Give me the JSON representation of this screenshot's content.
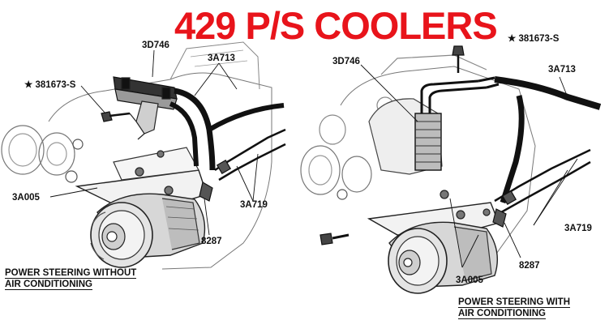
{
  "title": "429 P/S COOLERS",
  "colors": {
    "title": "#e8141b",
    "ink": "#111111",
    "paper": "#ffffff"
  },
  "left_diagram": {
    "labels": {
      "part_3d746": "3D746",
      "part_3a713": "3A713",
      "bolt": "381673-S",
      "part_3a005": "3A005",
      "part_3a719": "3A719",
      "part_8287": "8287"
    },
    "caption_line1": "POWER STEERING WITHOUT",
    "caption_line2": "AIR CONDITIONING"
  },
  "right_diagram": {
    "labels": {
      "bolt": "381673-S",
      "part_3d746": "3D746",
      "part_3a713": "3A713",
      "part_3a719": "3A719",
      "part_8287": "8287",
      "part_3a005": "3A005"
    },
    "caption_line1": "POWER STEERING WITH",
    "caption_line2": "AIR CONDITIONING"
  }
}
